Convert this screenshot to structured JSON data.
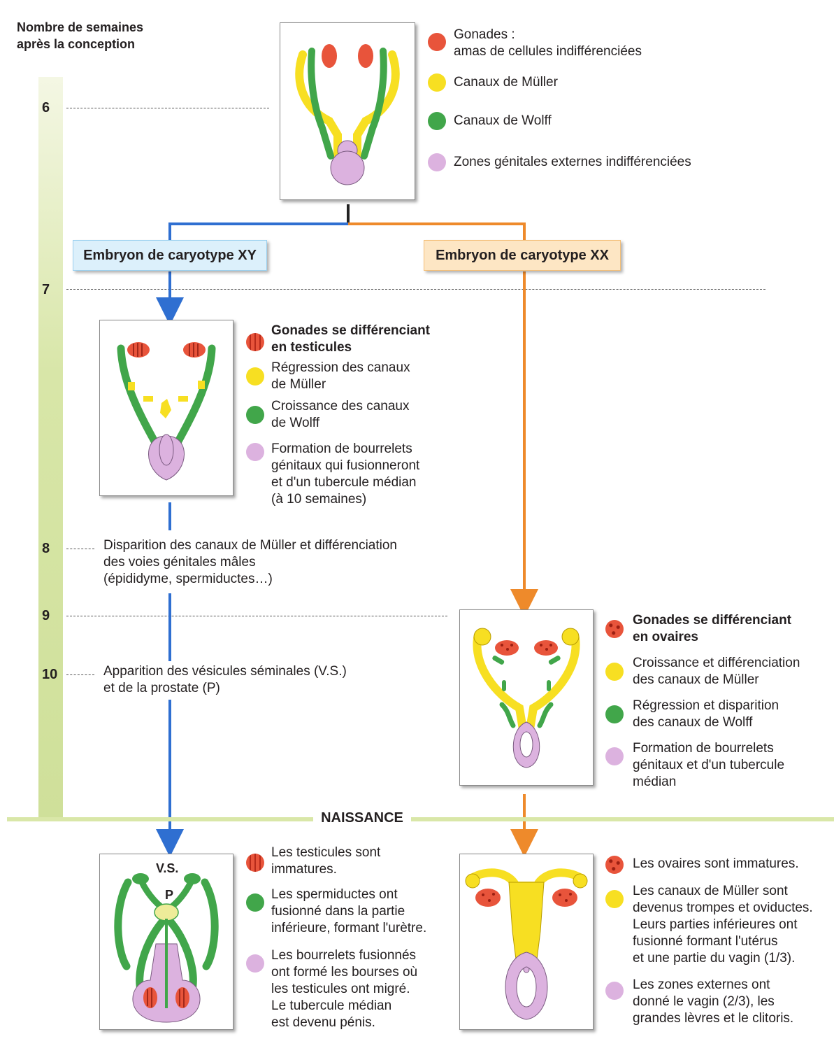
{
  "timeline": {
    "title_line1": "Nombre de semaines",
    "title_line2": "après la conception",
    "weeks": [
      "6",
      "7",
      "8",
      "9",
      "10"
    ]
  },
  "stage_initial": {
    "legend": [
      {
        "color": "#e8543b",
        "line1": "Gonades :",
        "line2": "amas de cellules indifférenciées"
      },
      {
        "color": "#f7df22",
        "line1": "Canaux de Müller"
      },
      {
        "color": "#41a64a",
        "line1": "Canaux de Wolff"
      },
      {
        "color": "#dcb2df",
        "line1": "Zones génitales externes indifférenciées"
      }
    ]
  },
  "branches": {
    "xy_label": "Embryon de caryotype XY",
    "xx_label": "Embryon de caryotype XX"
  },
  "stage_xy": {
    "legend": [
      {
        "line1": "Gonades se différenciant",
        "line2": "en testicules"
      },
      {
        "line1": "Régression des canaux",
        "line2": "de Müller"
      },
      {
        "line1": "Croissance des canaux",
        "line2": "de Wolff"
      },
      {
        "line1": "Formation de bourrelets",
        "line2": "génitaux qui fusionneront",
        "line3": "et d'un tubercule médian",
        "line4": "(à 10 semaines)"
      }
    ]
  },
  "events_xy": {
    "week8_line1": "Disparition des canaux de Müller et différenciation",
    "week8_line2": "des voies génitales mâles",
    "week8_line3": "(épididyme, spermiductes…)",
    "week10_line1": "Apparition des vésicules séminales (V.S.)",
    "week10_line2": "et de la prostate (P)"
  },
  "stage_xx": {
    "legend": [
      {
        "line1": "Gonades se différenciant",
        "line2": "en ovaires"
      },
      {
        "line1": "Croissance et différenciation",
        "line2": "des canaux de Müller"
      },
      {
        "line1": "Régression et disparition",
        "line2": "des canaux de Wolff"
      },
      {
        "line1": "Formation de bourrelets",
        "line2": "génitaux et d'un tubercule",
        "line3": "médian"
      }
    ]
  },
  "birth": {
    "label": "NAISSANCE"
  },
  "final_male": {
    "label_vs": "V.S.",
    "label_p": "P",
    "legend": [
      {
        "line1": "Les testicules sont",
        "line2": "immatures."
      },
      {
        "line1": "Les spermiductes ont",
        "line2": "fusionné dans la partie",
        "line3": "inférieure, formant l'urètre."
      },
      {
        "line1": "Les bourrelets fusionnés",
        "line2": "ont formé les bourses où",
        "line3": "les testicules ont migré.",
        "line4": "Le tubercule médian",
        "line5": "est devenu pénis."
      }
    ]
  },
  "final_female": {
    "legend": [
      {
        "line1": "Les ovaires sont immatures."
      },
      {
        "line1": "Les canaux de Müller sont",
        "line2": "devenus trompes et oviductes.",
        "line3": "Leurs parties inférieures ont",
        "line4": "fusionné formant l'utérus",
        "line5": "et une partie du vagin (1/3)."
      },
      {
        "line1": "Les zones externes ont",
        "line2": "donné le vagin (2/3), les",
        "line3": "grandes lèvres et le clitoris."
      }
    ]
  },
  "colors": {
    "gonad": "#e8543b",
    "muller": "#f7df22",
    "wolff": "#41a64a",
    "external": "#dcb2df",
    "xy_arrow": "#2f6fd1",
    "xx_arrow": "#ee8a2b"
  }
}
